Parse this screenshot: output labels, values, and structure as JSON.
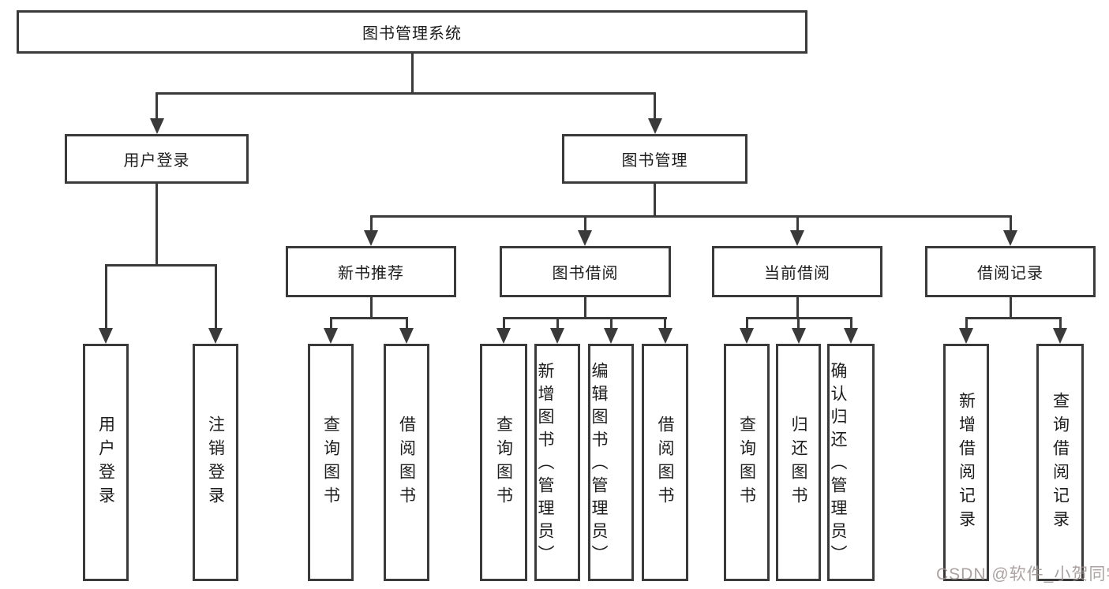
{
  "diagram": {
    "title": "图书管理系统",
    "root": {
      "label": "图书管理系统"
    },
    "user_login": {
      "label": "用户登录",
      "children": [
        {
          "label": "用户登录"
        },
        {
          "label": "注销登录"
        }
      ]
    },
    "book_mgmt": {
      "label": "图书管理"
    },
    "new_book": {
      "label": "新书推荐",
      "children": [
        {
          "label": "查询图书"
        },
        {
          "label": "借阅图书"
        }
      ]
    },
    "book_borrow": {
      "label": "图书借阅",
      "children": [
        {
          "label": "查询图书"
        },
        {
          "label": "新增图书（管理员）"
        },
        {
          "label": "编辑图书（管理员）"
        },
        {
          "label": "借阅图书"
        }
      ]
    },
    "current_borrow": {
      "label": "当前借阅",
      "children": [
        {
          "label": "查询图书"
        },
        {
          "label": "归还图书"
        },
        {
          "label": "确认归还（管理员）"
        }
      ]
    },
    "borrow_records": {
      "label": "借阅记录",
      "children": [
        {
          "label": "新增借阅记录"
        },
        {
          "label": "查询借阅记录"
        }
      ]
    }
  },
  "watermark": {
    "text": "CSDN @软件_小贺同学"
  },
  "colors": {
    "line": "#3a3a3a",
    "text": "#1d1d1d",
    "box_background": "#ffffff",
    "watermark": "#9e9292"
  }
}
